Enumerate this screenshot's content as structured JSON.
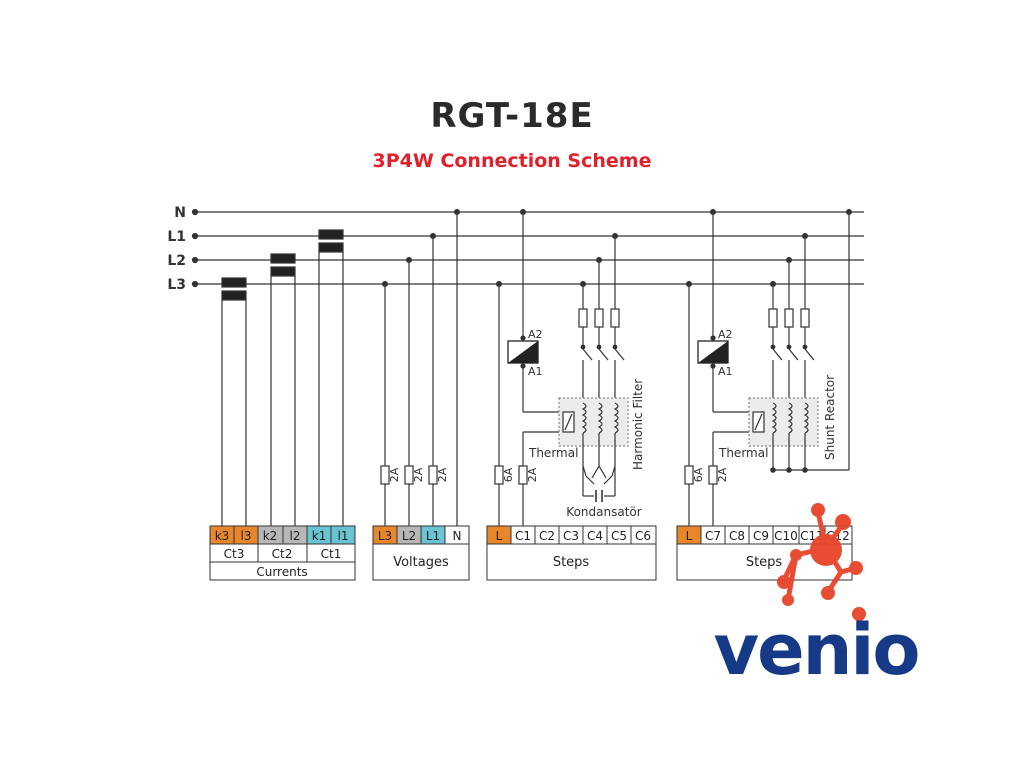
{
  "title": "RGT-18E",
  "subtitle": "3P4W Connection Scheme",
  "colors": {
    "orange": "#e8862c",
    "gray": "#b7b7b7",
    "teal": "#69c3d3",
    "line": "#333333",
    "title": "#2b2b2b",
    "subtitle": "#e0202a",
    "logo_blue": "#173a86",
    "logo_red": "#e8452a"
  },
  "buses": [
    "N",
    "L1",
    "L2",
    "L3"
  ],
  "groups": {
    "currents": {
      "terminals": [
        "k3",
        "l3",
        "k2",
        "l2",
        "k1",
        "l1"
      ],
      "cts": [
        "Ct3",
        "Ct2",
        "Ct1"
      ],
      "label": "Currents"
    },
    "voltages": {
      "terminals": [
        "L3",
        "L2",
        "L1",
        "N"
      ],
      "label": "Voltages",
      "fuses": [
        "2A",
        "2A",
        "2A"
      ]
    },
    "steps1": {
      "terminals": [
        "L",
        "C1",
        "C2",
        "C3",
        "C4",
        "C5",
        "C6"
      ],
      "label": "Steps",
      "fuses": [
        "6A",
        "2A"
      ],
      "coil": [
        "A2",
        "A1"
      ],
      "thermal": "Thermal",
      "filter": "Harmonic Filter",
      "capacitor": "Kondansatör"
    },
    "steps2": {
      "terminals": [
        "L",
        "C7",
        "C8",
        "C9",
        "C10",
        "C11",
        "C12"
      ],
      "label": "Steps",
      "fuses": [
        "6A",
        "2A"
      ],
      "coil": [
        "A2",
        "A1"
      ],
      "thermal": "Thermal",
      "reactor": "Shunt Reactor"
    }
  },
  "logo": {
    "text": "venio",
    "icon": "molecule-icon"
  }
}
